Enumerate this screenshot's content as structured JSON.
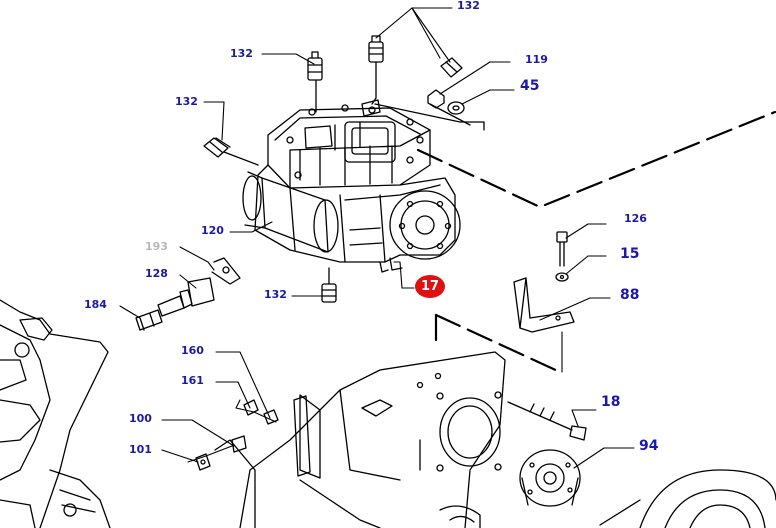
{
  "callouts": {
    "c132_top": "132",
    "c132_left_upper": "132",
    "c119": "119",
    "c45": "45",
    "c132_left_mid": "132",
    "c120": "120",
    "c126": "126",
    "c15": "15",
    "c193": "193",
    "c128": "128",
    "c88": "88",
    "c132_bottom": "132",
    "c17": "17",
    "c184": "184",
    "c160": "160",
    "c161": "161",
    "c18": "18",
    "c100": "100",
    "c101": "101",
    "c94": "94"
  },
  "colors": {
    "label": "#1a1aa6",
    "label_inactive": "#b8b8b8",
    "highlight_badge": "#e01010",
    "line": "#000000"
  }
}
